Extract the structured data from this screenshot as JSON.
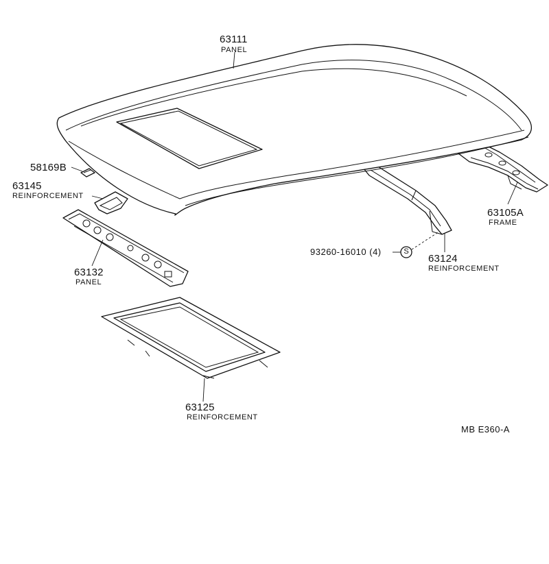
{
  "parts": [
    {
      "id": "63111",
      "name": "PANEL"
    },
    {
      "id": "58169B",
      "name": ""
    },
    {
      "id": "63145",
      "name": "REINFORCEMENT"
    },
    {
      "id": "63132",
      "name": "PANEL"
    },
    {
      "id": "63105A",
      "name": "FRAME"
    },
    {
      "id": "93260-16010 (4)",
      "name": ""
    },
    {
      "id": "63124",
      "name": "REINFORCEMENT"
    },
    {
      "id": "63125",
      "name": "REINFORCEMENT"
    }
  ],
  "symbol": "S",
  "figure_code": "MB  E360-A"
}
